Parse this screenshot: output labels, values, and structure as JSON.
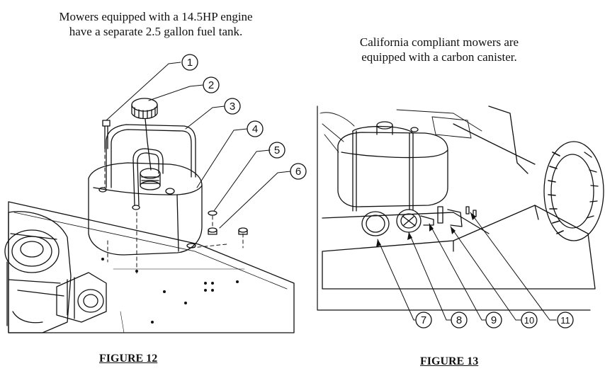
{
  "captions": {
    "left_line1": "Mowers equipped with a 14.5HP engine",
    "left_line2": "have a separate 2.5 gallon fuel tank.",
    "right_line1": "California compliant mowers are",
    "right_line2": "equipped with a carbon canister."
  },
  "figures": {
    "left_label": "FIGURE 12",
    "right_label": "FIGURE 13"
  },
  "callouts_left": [
    "1",
    "2",
    "3",
    "4",
    "5",
    "6"
  ],
  "callouts_right": [
    "7",
    "8",
    "9",
    "10",
    "11"
  ]
}
